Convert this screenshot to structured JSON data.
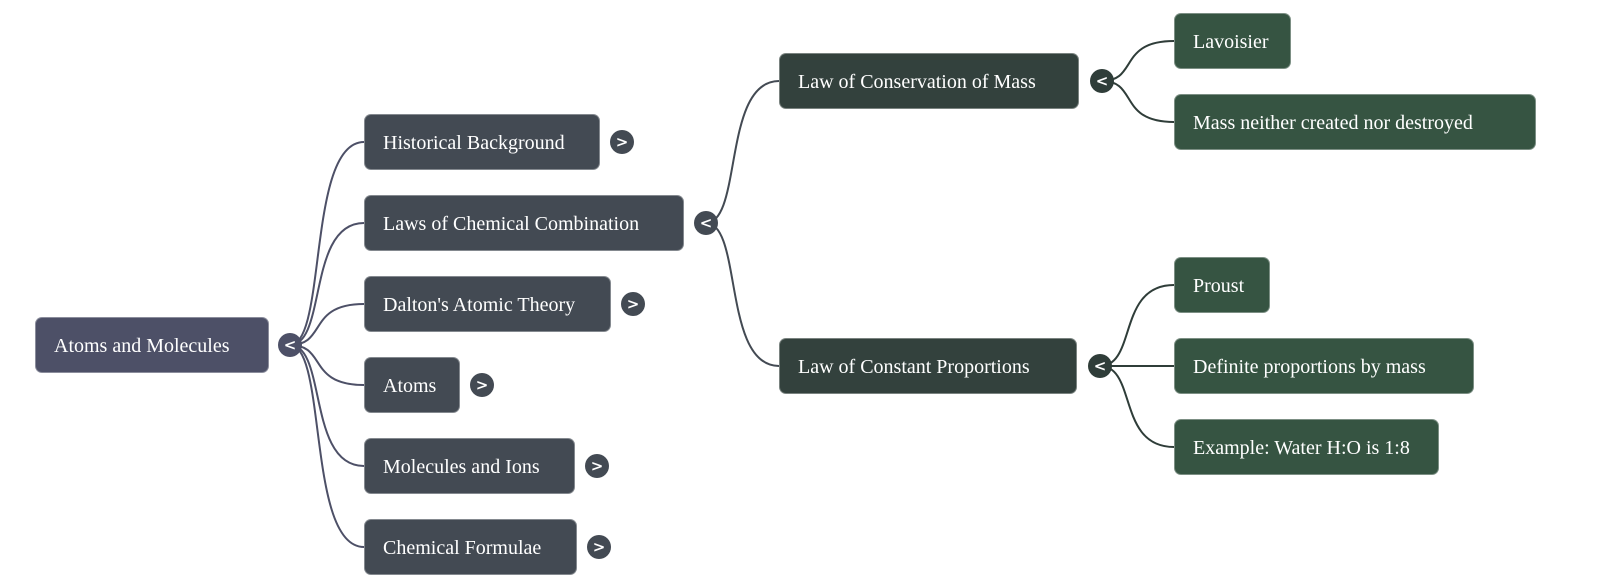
{
  "mindmap": {
    "root": {
      "label": "Atoms and Molecules",
      "toggle": "<",
      "toggle_icon": "collapse-chevron-left"
    },
    "topics": [
      {
        "label": "Historical Background",
        "toggle": ">",
        "expanded": false
      },
      {
        "label": "Laws of Chemical Combination",
        "toggle": "<",
        "expanded": true
      },
      {
        "label": "Dalton's Atomic Theory",
        "toggle": ">",
        "expanded": false
      },
      {
        "label": "Atoms",
        "toggle": ">",
        "expanded": false
      },
      {
        "label": "Molecules and Ions",
        "toggle": ">",
        "expanded": false
      },
      {
        "label": "Chemical Formulae",
        "toggle": ">",
        "expanded": false
      }
    ],
    "laws": [
      {
        "label": "Law of Conservation of Mass",
        "toggle": "<",
        "expanded": true,
        "children": [
          {
            "label": "Lavoisier"
          },
          {
            "label": "Mass neither created nor destroyed"
          }
        ]
      },
      {
        "label": "Law of Constant Proportions",
        "toggle": "<",
        "expanded": true,
        "children": [
          {
            "label": "Proust"
          },
          {
            "label": "Definite proportions by mass"
          },
          {
            "label": "Example: Water H:O is 1:8"
          }
        ]
      }
    ]
  },
  "colors": {
    "root": "#4d5067",
    "level1": "#434a53",
    "level2": "#33413d",
    "level3": "#365442",
    "edge_root": "#4d5067",
    "edge_level1": "#434a53",
    "edge_level2": "#2f3d39"
  }
}
